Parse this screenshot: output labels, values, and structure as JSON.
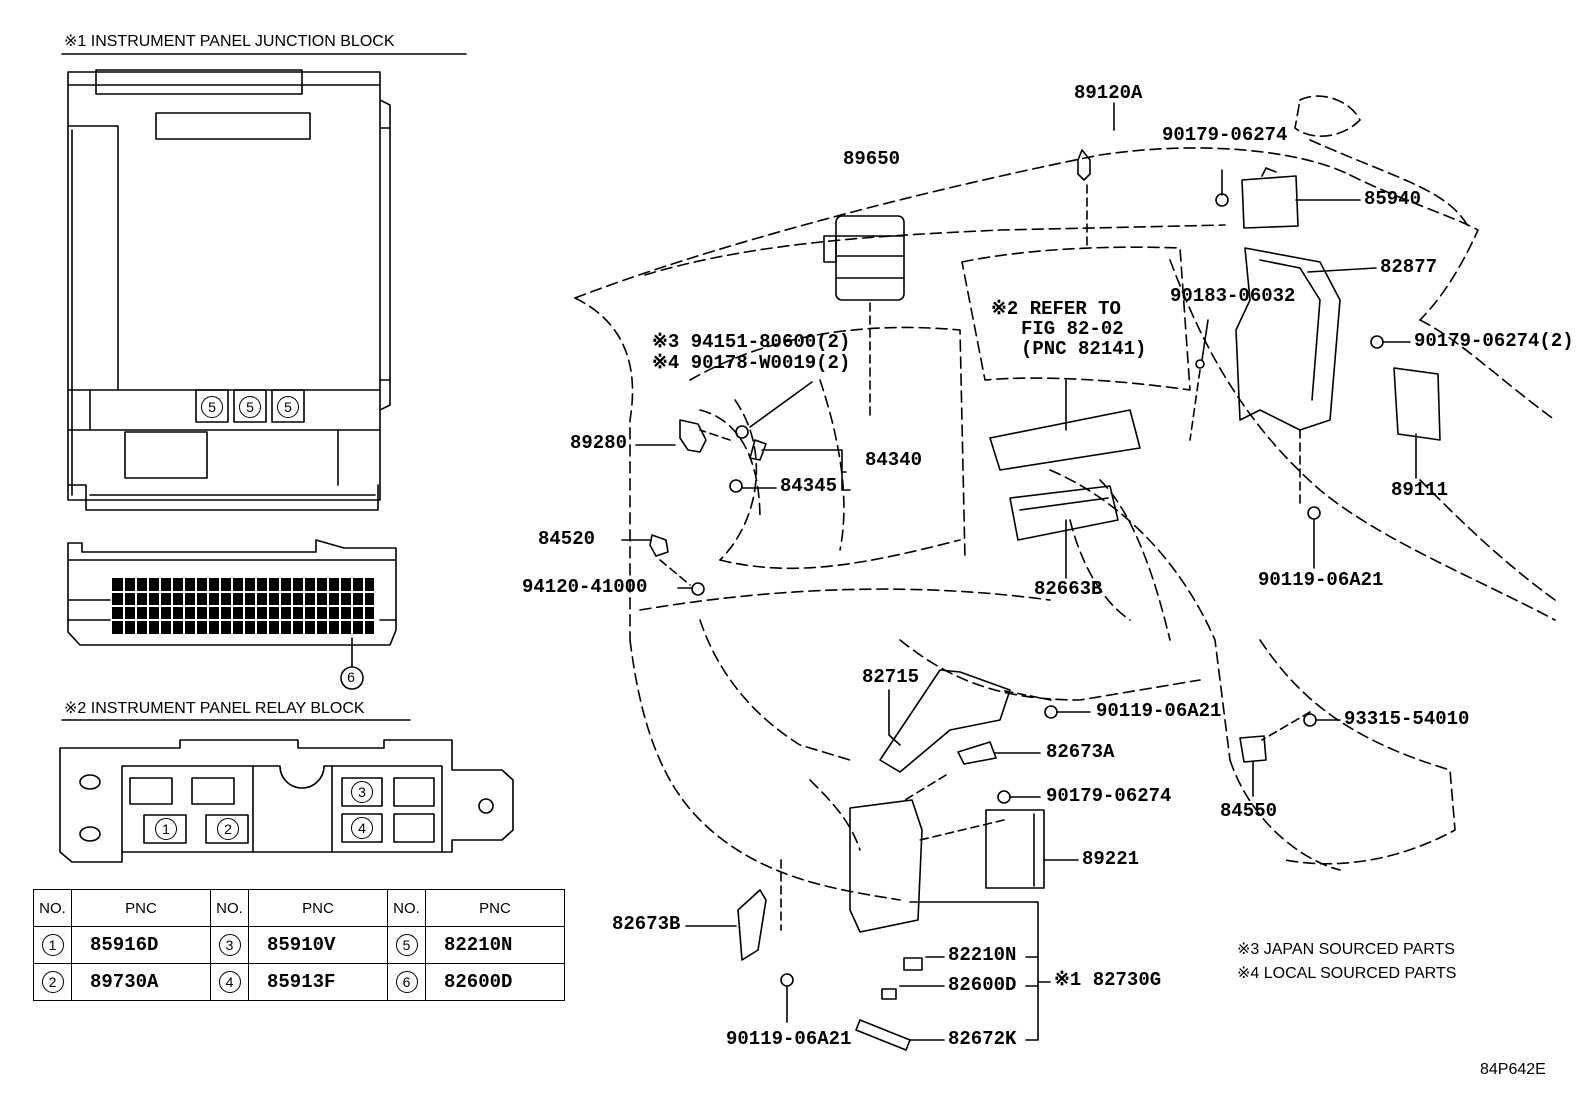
{
  "captions": {
    "junction_block": "※1 INSTRUMENT PANEL JUNCTION BLOCK",
    "relay_block": "※2 INSTRUMENT PANEL RELAY BLOCK",
    "note3": "※3 JAPAN SOURCED PARTS",
    "note4": "※4 LOCAL SOURCED PARTS",
    "fig_code": "84P642E"
  },
  "refer": {
    "line1": "※2 REFER TO",
    "line2": "FIG 82-02",
    "line3": "(PNC 82141)"
  },
  "callouts": {
    "c5": "5",
    "c6": "6",
    "c1": "1",
    "c2": "2",
    "c3": "3",
    "c4": "4"
  },
  "labels": {
    "p89120A": "89120A",
    "p90179_06274_top": "90179-06274",
    "p89650": "89650",
    "p85940": "85940",
    "p82877": "82877",
    "p90183_06032": "90183-06032",
    "p90179_06274_2": "90179-06274(2)",
    "p94151": "※3 94151-80600(2)",
    "p90178": "※4 90178-W0019(2)",
    "p89280": "89280",
    "p84340": "84340",
    "p84345": "84345",
    "p89111": "89111",
    "p84520": "84520",
    "p94120": "94120-41000",
    "p82663B": "82663B",
    "p90119_06A21_right": "90119-06A21",
    "p82715": "82715",
    "p90119_06A21_mid": "90119-06A21",
    "p93315": "93315-54010",
    "p82673A": "82673A",
    "p90179_06274_low": "90179-06274",
    "p84550": "84550",
    "p89221": "89221",
    "p82673B": "82673B",
    "p82210N": "82210N",
    "p82730G": "※1 82730G",
    "p82600D": "82600D",
    "p90119_06A21_bot": "90119-06A21",
    "p82672K": "82672K"
  },
  "table": {
    "headers": [
      "NO.",
      "PNC",
      "NO.",
      "PNC",
      "NO.",
      "PNC"
    ],
    "rows": [
      [
        "1",
        "85916D",
        "3",
        "85910V",
        "5",
        "82210N"
      ],
      [
        "2",
        "89730A",
        "4",
        "85913F",
        "6",
        "82600D"
      ]
    ]
  }
}
